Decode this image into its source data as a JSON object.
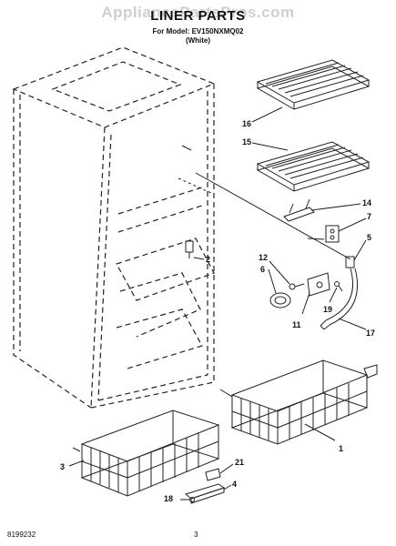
{
  "header": {
    "watermark": "AppliancePartsPros.com",
    "title": "LINER PARTS",
    "model_line": "For Model: EV150NXMQ02",
    "color_line": "(White)"
  },
  "callouts": {
    "c16": "16",
    "c15": "15",
    "c14": "14",
    "c7": "7",
    "c5": "5",
    "c12": "12",
    "c6": "6",
    "c2": "2",
    "c19": "19",
    "c11": "11",
    "c17": "17",
    "c1": "1",
    "c3": "3",
    "c21": "21",
    "c4": "4",
    "c18": "18"
  },
  "footer": {
    "doc_number": "8199232",
    "page_number": "3"
  }
}
